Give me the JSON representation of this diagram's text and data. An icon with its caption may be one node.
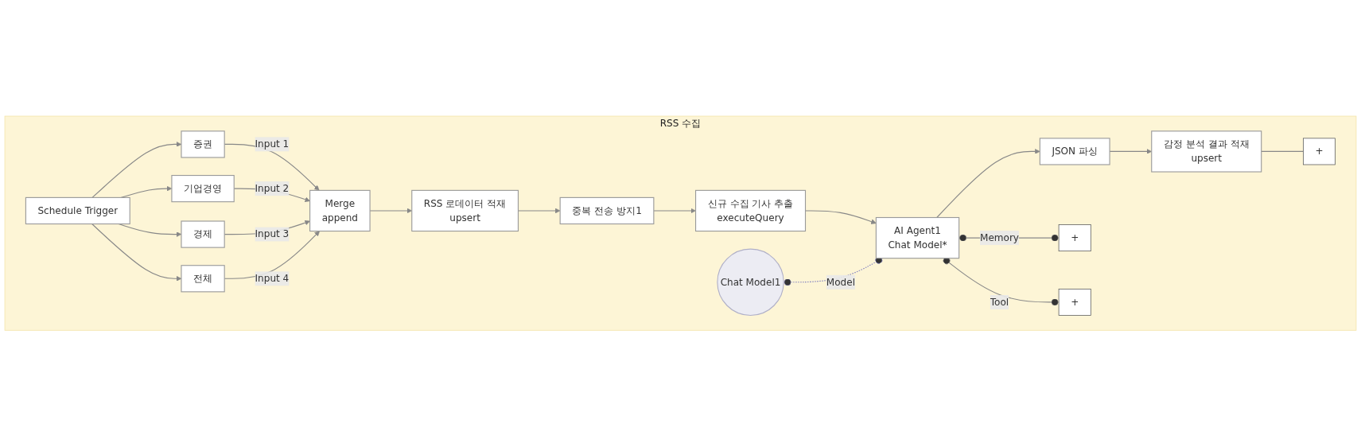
{
  "diagram": {
    "nodes": [
      {
        "text": [
          "RSS 수집"
        ]
      },
      {
        "text": [
          "Schedule Trigger"
        ],
        "in": 0
      },
      {
        "text": [
          "증권"
        ],
        "in": 0
      },
      {
        "text": [
          "기업경영"
        ],
        "in": 0
      },
      {
        "text": [
          "경제"
        ],
        "in": 0
      },
      {
        "text": [
          "전체"
        ],
        "in": 0
      },
      {
        "text": [
          "Merge",
          "append"
        ],
        "in": 0
      },
      {
        "text": [
          "RSS 로데이터 적재",
          "upsert"
        ],
        "in": 0
      },
      {
        "text": [
          "중복 전송 방지1"
        ],
        "in": 0
      },
      {
        "text": [
          "신규 수집 기사 추출",
          "executeQuery"
        ],
        "in": 0
      },
      {
        "text": [
          "AI Agent1",
          "Chat Model*"
        ],
        "in": 0
      },
      {
        "text": [
          "JSON 파싱"
        ],
        "in": 0
      },
      {
        "text": [
          "감정 분석 결과 적재",
          "upsert"
        ],
        "in": 0
      },
      {
        "text": [
          "Chat Model1"
        ],
        "in": 0
      },
      {
        "text": [
          "+"
        ],
        "in": 0
      },
      {
        "text": [
          "+"
        ],
        "in": 0
      },
      {
        "text": [
          "+"
        ],
        "in": 0
      }
    ],
    "edges": [
      {
        "from": 1,
        "to": 2,
        "arrow": "to"
      },
      {
        "from": 1,
        "to": 3,
        "arrow": "to"
      },
      {
        "from": 1,
        "to": 4,
        "arrow": "to"
      },
      {
        "from": 1,
        "to": 5,
        "arrow": "to"
      },
      {
        "from": 2,
        "to": 6,
        "arrow": "to",
        "label": "Input 1"
      },
      {
        "from": 3,
        "to": 6,
        "arrow": "to",
        "label": "Input 2"
      },
      {
        "from": 4,
        "to": 6,
        "arrow": "to",
        "label": "Input 3"
      },
      {
        "from": 5,
        "to": 6,
        "arrow": "to",
        "label": "Input 4"
      },
      {
        "from": 6,
        "to": 7,
        "arrow": "to"
      },
      {
        "from": 7,
        "to": 8,
        "arrow": "to"
      },
      {
        "from": 8,
        "to": 9,
        "arrow": "to"
      },
      {
        "from": 9,
        "to": 10,
        "arrow": "to"
      },
      {
        "from": 10,
        "to": 11,
        "arrow": "to"
      },
      {
        "from": 11,
        "to": 12,
        "arrow": "to"
      },
      {
        "from": 13,
        "to": 10,
        "arrow": "other",
        "label": "Model",
        "style": "dashed",
        "color": "#7f7fbf"
      },
      {
        "from": 10,
        "to": 14,
        "arrow": "other",
        "label": "Memory"
      },
      {
        "from": 10,
        "to": 15,
        "arrow": "other",
        "label": "Tool"
      },
      {
        "from": 12,
        "to": 16,
        "arrow": "none"
      }
    ]
  }
}
